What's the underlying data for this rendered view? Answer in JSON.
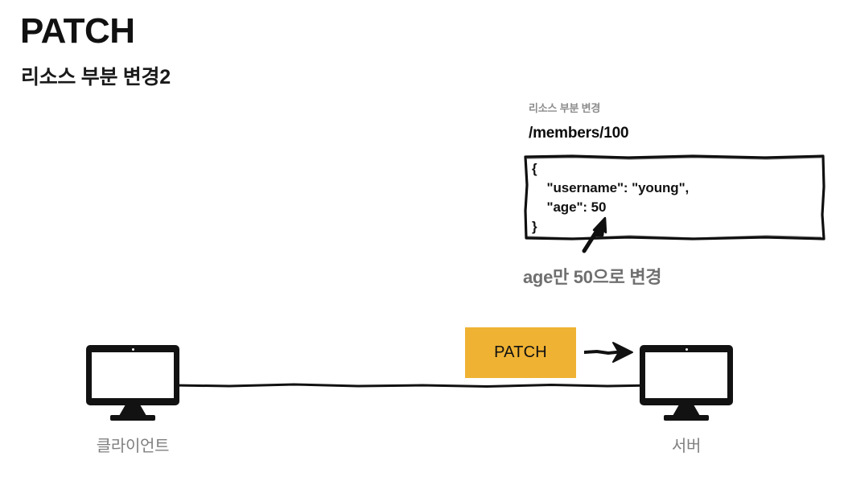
{
  "slide": {
    "title": "PATCH",
    "subtitle": "리소스 부분 변경2"
  },
  "resource_panel": {
    "caption": "리소스 부분 변경",
    "path": "/members/100",
    "json_body": "{\n    \"username\": \"young\",\n    \"age\": 50\n}"
  },
  "callout": {
    "note": "age만 50으로 변경",
    "arrow_icon": "arrow-up-right-icon"
  },
  "diagram": {
    "client": {
      "label": "클라이언트",
      "icon": "desktop-monitor-icon"
    },
    "server": {
      "label": "서버",
      "icon": "desktop-monitor-icon"
    },
    "request": {
      "method": "PATCH",
      "arrow_icon": "arrow-right-icon"
    },
    "connection_icon": "horizontal-line-icon"
  },
  "colors": {
    "background": "#ffffff",
    "ink": "#111111",
    "method_chip": "#efb233",
    "muted_gray": "#808080",
    "note_gray": "#6f6f6f",
    "caption_gray": "#8c8c8c"
  }
}
